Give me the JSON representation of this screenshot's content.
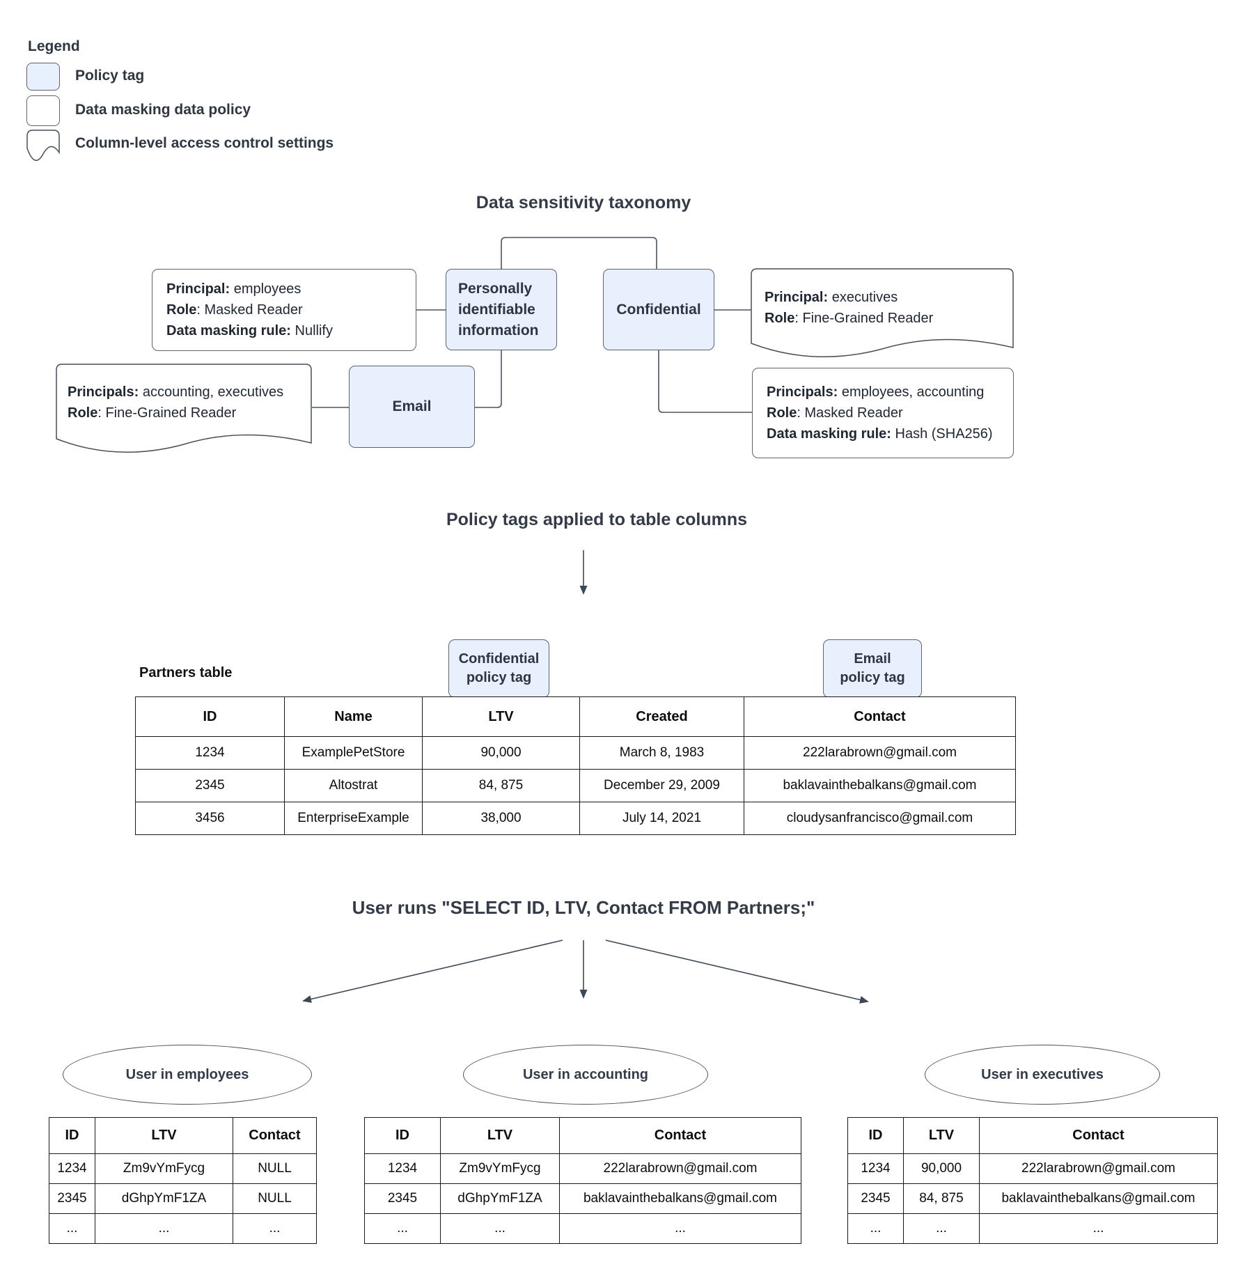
{
  "colors": {
    "tag_fill": "#e8f0fe",
    "tag_border": "#5f6368",
    "connector_line": "#46505e",
    "table_border": "#1a1a1a",
    "dark_text": "#2d3540"
  },
  "legend": {
    "title": "Legend",
    "items": [
      {
        "shape": "policy-tag",
        "label": "Policy tag"
      },
      {
        "shape": "data-masking-policy",
        "label": "Data masking data policy"
      },
      {
        "shape": "column-access-control",
        "label": "Column-level access control settings"
      }
    ]
  },
  "taxonomy": {
    "title": "Data sensitivity taxonomy",
    "pii_tag": "Personally identifiable information",
    "confidential_tag": "Confidential",
    "email_tag": "Email",
    "nullify_policy": {
      "lines": [
        {
          "label": "Principal:",
          "value": " employees"
        },
        {
          "label": "Role",
          "value": ": Masked Reader"
        },
        {
          "label": "Data masking rule:",
          "value": " Nullify"
        }
      ]
    },
    "executives_access": {
      "lines": [
        {
          "label": "Principal:",
          "value": " executives"
        },
        {
          "label": "Role",
          "value": ": Fine-Grained Reader"
        }
      ]
    },
    "accounting_access": {
      "lines": [
        {
          "label": "Principals:",
          "value": " accounting, executives"
        },
        {
          "label": "Role",
          "value": ": Fine-Grained Reader"
        }
      ]
    },
    "hash_policy": {
      "lines": [
        {
          "label": "Principals:",
          "value": " employees, accounting"
        },
        {
          "label": "Role",
          "value": ": Masked Reader"
        },
        {
          "label": "Data masking rule:",
          "value": " Hash (SHA256)"
        }
      ]
    }
  },
  "applied": {
    "title": "Policy tags applied to table columns",
    "confidential_tag": {
      "line1": "Confidential",
      "line2": "policy tag"
    },
    "email_tag": {
      "line1": "Email",
      "line2": "policy tag"
    },
    "partners_label": "Partners table",
    "table": {
      "headers": [
        "ID",
        "Name",
        "LTV",
        "Created",
        "Contact"
      ],
      "rows": [
        [
          "1234",
          "ExamplePetStore",
          "90,000",
          "March 8, 1983",
          "222larabrown@gmail.com"
        ],
        [
          "2345",
          "Altostrat",
          "84, 875",
          "December 29, 2009",
          "baklavainthebalkans@gmail.com"
        ],
        [
          "3456",
          "EnterpriseExample",
          "38,000",
          "July 14, 2021",
          "cloudysanfrancisco@gmail.com"
        ]
      ]
    }
  },
  "query": {
    "title": "User runs \"SELECT ID, LTV, Contact FROM Partners;\"",
    "results": [
      {
        "group": "User in employees",
        "headers": [
          "ID",
          "LTV",
          "Contact"
        ],
        "rows": [
          [
            "1234",
            "Zm9vYmFycg",
            "NULL"
          ],
          [
            "2345",
            "dGhpYmF1ZA",
            "NULL"
          ],
          [
            "...",
            "...",
            "..."
          ]
        ]
      },
      {
        "group": "User in accounting",
        "headers": [
          "ID",
          "LTV",
          "Contact"
        ],
        "rows": [
          [
            "1234",
            "Zm9vYmFycg",
            "222larabrown@gmail.com"
          ],
          [
            "2345",
            "dGhpYmF1ZA",
            "baklavainthebalkans@gmail.com"
          ],
          [
            "...",
            "...",
            "..."
          ]
        ]
      },
      {
        "group": "User in executives",
        "headers": [
          "ID",
          "LTV",
          "Contact"
        ],
        "rows": [
          [
            "1234",
            "90,000",
            "222larabrown@gmail.com"
          ],
          [
            "2345",
            "84, 875",
            "baklavainthebalkans@gmail.com"
          ],
          [
            "...",
            "...",
            "..."
          ]
        ]
      }
    ]
  }
}
